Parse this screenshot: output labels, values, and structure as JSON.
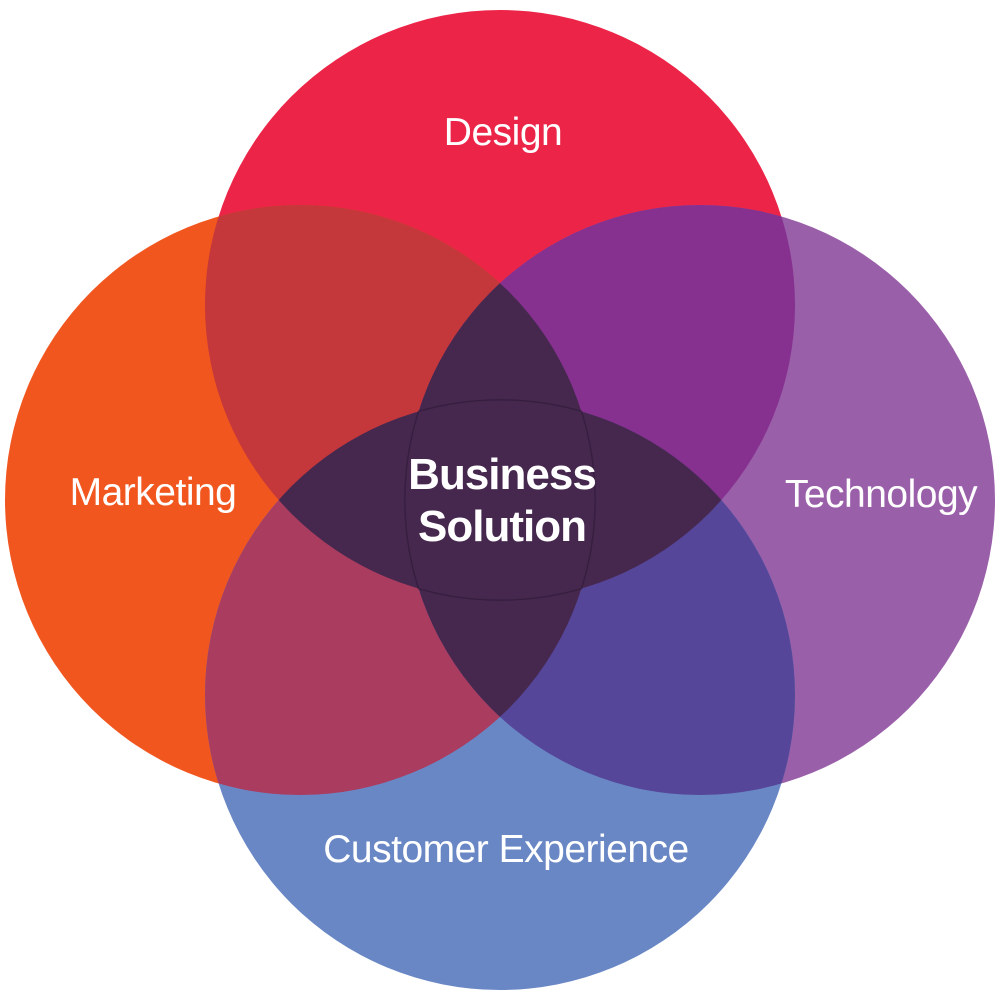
{
  "diagram": {
    "type": "venn",
    "description": "Four-set Venn diagram with central Business Solution",
    "background": "#ffffff",
    "label_color": "#ffffff",
    "sets": [
      {
        "id": "design",
        "label": "Design",
        "color": "#EC2447",
        "position": "top"
      },
      {
        "id": "marketing",
        "label": "Marketing",
        "color": "#F1561F",
        "position": "left"
      },
      {
        "id": "technology",
        "label": "Technology",
        "color": "#9A5FA9",
        "position": "right"
      },
      {
        "id": "customer_experience",
        "label": "Customer Experience",
        "color": "#6987C5",
        "position": "bottom"
      }
    ],
    "overlaps": {
      "design_marketing": "#C4373A",
      "design_technology": "#86308F",
      "marketing_customer_experience": "#A93C5F",
      "technology_customer_experience": "#554699",
      "triple_and_center": "#46284F"
    },
    "center": {
      "line1": "Business",
      "line2": "Solution",
      "text_color": "#ffffff",
      "fill": "#46284F",
      "outline": "#2B1733"
    }
  }
}
